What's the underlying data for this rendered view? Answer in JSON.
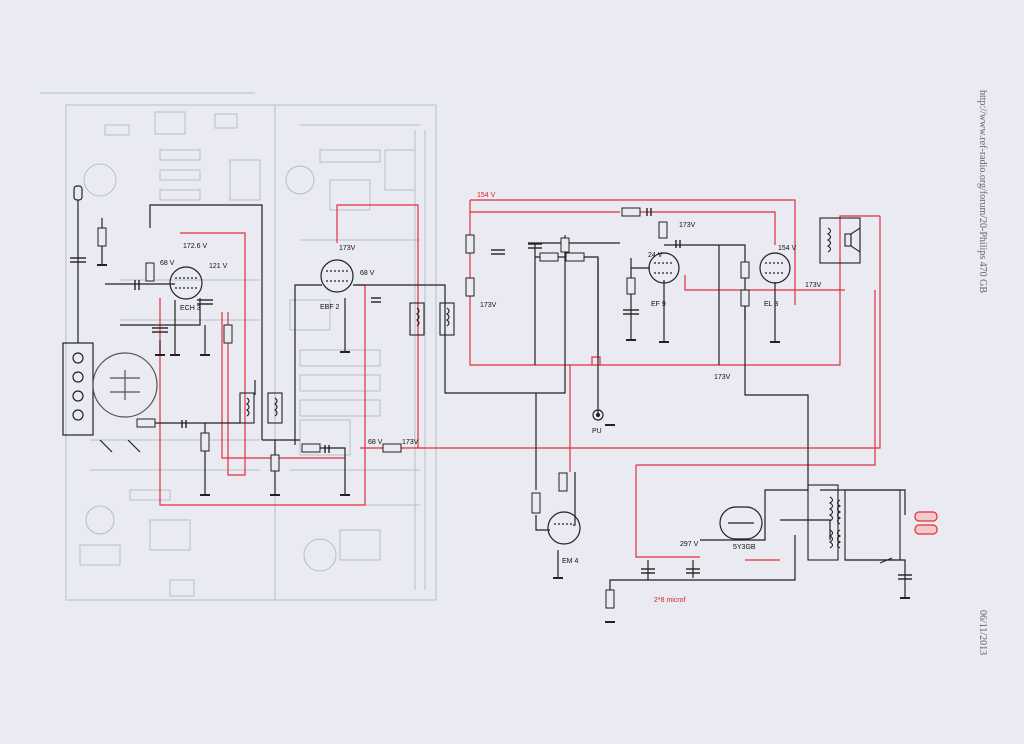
{
  "colors": {
    "paper": "#e9eaf2",
    "wire_black": "#222222",
    "wire_red": "#e0303a",
    "faint": "#b9bcc8"
  },
  "schematic": {
    "tubes": {
      "ech": "ECH 3",
      "ebf": "EBF 2",
      "ef": "EF 9",
      "el": "EL 3",
      "em": "EM 4",
      "rect": "5Y3GB"
    },
    "voltages": {
      "v_ech_anode": "172.6 V",
      "v_ech_grid": "121 V",
      "v_ech_cathode": "68 V",
      "v_ebf_anode": "173V",
      "v_ebf_screen": "68 V",
      "v_top_rail": "154 V",
      "v_pot": "173V",
      "v_ef_screen": "173V",
      "v_ef_grid": "24 V",
      "v_el_anode": "154 V",
      "v_el_screen": "173V",
      "v_rail_mid": "173V",
      "v_bottom_a": "68 V",
      "v_bottom_b": "173V",
      "v_supply": "297 V"
    },
    "labels": {
      "pu": "PU",
      "caps": "2*8 microf"
    },
    "side_text": {
      "url": "http://www.ref-radio.org/forum/20-Philips 470 GB",
      "date": "06/11/2013"
    }
  }
}
